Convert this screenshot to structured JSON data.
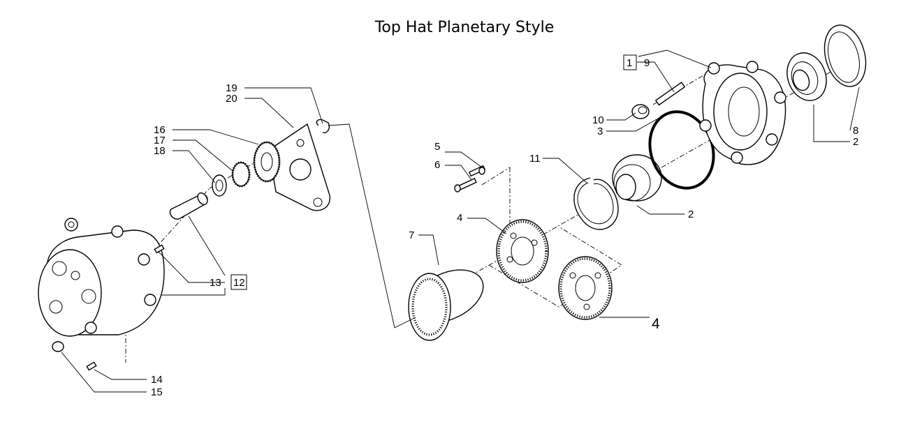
{
  "title": "Top Hat Planetary Style",
  "callouts": {
    "c1": "1",
    "c2a": "2",
    "c2b": "2",
    "c3": "3",
    "c4a": "4",
    "c4b": "4",
    "c5": "5",
    "c6": "6",
    "c7": "7",
    "c8": "8",
    "c9": "9",
    "c10": "10",
    "c11": "11",
    "c12": "12",
    "c13": "13",
    "c14": "14",
    "c15": "15",
    "c16": "16",
    "c17": "17",
    "c18": "18",
    "c19": "19",
    "c20": "20"
  }
}
